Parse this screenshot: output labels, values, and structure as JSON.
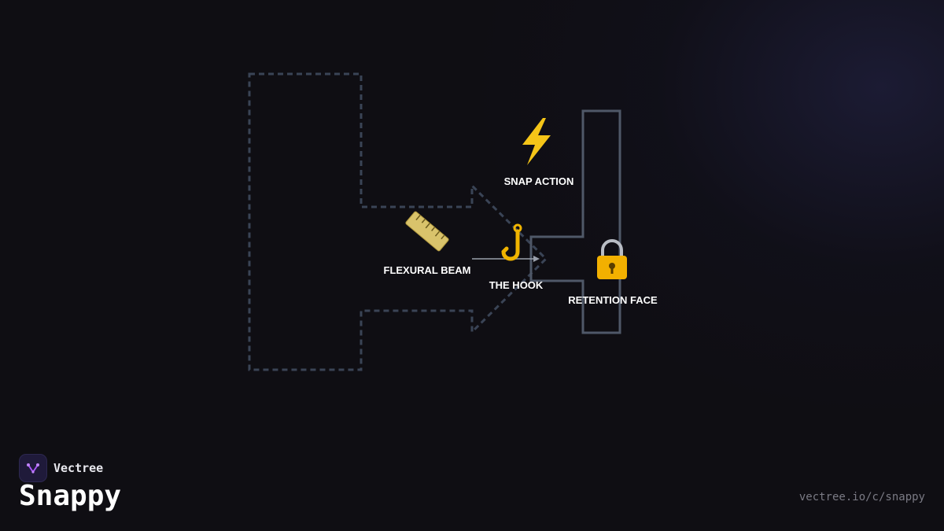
{
  "diagram": {
    "labels": {
      "snap_action": "SNAP ACTION",
      "flexural_beam": "FLEXURAL BEAM",
      "the_hook": "THE HOOK",
      "retention_face": "RETENTION FACE"
    },
    "icons": {
      "snap_action": "lightning-icon",
      "flexural_beam": "ruler-icon",
      "the_hook": "hook-icon",
      "retention_face": "lock-icon"
    },
    "colors": {
      "dashed_outline": "#3a4456",
      "solid_outline": "#4f5868",
      "arrow": "#9aa0ab"
    }
  },
  "footer": {
    "brand_name": "Vectree",
    "title": "Snappy",
    "url": "vectree.io/c/snappy"
  }
}
